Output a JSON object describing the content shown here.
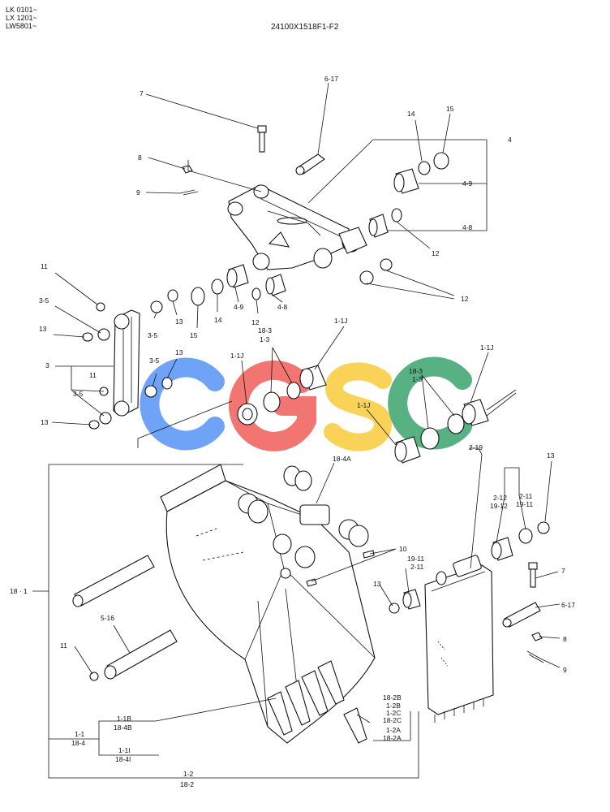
{
  "header": {
    "models": [
      "LK 0101~",
      "LX 1201~",
      "LW5801~"
    ],
    "drawing_number": "24100X1518F1-F2"
  },
  "watermark": {
    "letters": [
      "C",
      "G",
      "S",
      "C"
    ],
    "colors": [
      "#4a8df7",
      "#ef5350",
      "#f7c92e",
      "#2e9e63"
    ]
  },
  "callouts": {
    "c_6_17_top": "6-17",
    "c_7_top": "7",
    "c_8_top": "8",
    "c_9_top": "9",
    "c_14_top": "14",
    "c_15_top": "15",
    "c_4": "4",
    "c_4_9_r": "4-9",
    "c_4_8_r": "4-8",
    "c_12_a": "12",
    "c_12_b": "12",
    "c_11_top": "11",
    "c_3_5_a": "3-5",
    "c_13_a": "13",
    "c_3": "3",
    "c_11_mid": "11",
    "c_3_5_b": "3-5",
    "c_13_b": "13",
    "c_3_5_c": "3-5",
    "c_13_c": "13",
    "c_3_5_d": "3-5",
    "c_13_d": "13",
    "c_15_mid": "15",
    "c_14_mid": "14",
    "c_4_9_m": "4-9",
    "c_12_m": "12",
    "c_4_8_m": "4-8",
    "c_18_3_a": "18-3",
    "c_1_3_a": "1-3",
    "c_1_1j_a": "1-1J",
    "c_1_1j_b": "1-1J",
    "c_18_3_b": "18-3",
    "c_1_3_b": "1-3",
    "c_1_1j_c": "1-1J",
    "c_1_1j_d": "1-1J",
    "c_2_19": "2-19",
    "c_18_4a": "18-4A",
    "c_13_r": "13",
    "c_2_12": "2-12",
    "c_19_12": "19-12",
    "c_2_11": "2-11",
    "c_19_11": "19-11",
    "c_10": "10",
    "c_19_11_b": "19-11",
    "c_2_11_b": "2-11",
    "c_13_lo": "13",
    "c_7_lo": "7",
    "c_6_17_lo": "6-17",
    "c_8_lo": "8",
    "c_9_lo": "9",
    "c_18_1": "18 · 1",
    "c_5_16": "5-16",
    "c_11_lo": "11",
    "c_1_1b": "1-1B",
    "c_18_4b": "18-4B",
    "c_1_1": "1-1",
    "c_18_4": "18-4",
    "c_1_1i": "1-1I",
    "c_18_4i": "18-4I",
    "c_18_2b": "18-2B",
    "c_1_2b": "1-2B",
    "c_1_2c": "1-2C",
    "c_18_2c": "18-2C",
    "c_1_2a": "1-2A",
    "c_18_2a": "18-2A",
    "c_1_2": "1-2",
    "c_18_2": "18-2"
  }
}
